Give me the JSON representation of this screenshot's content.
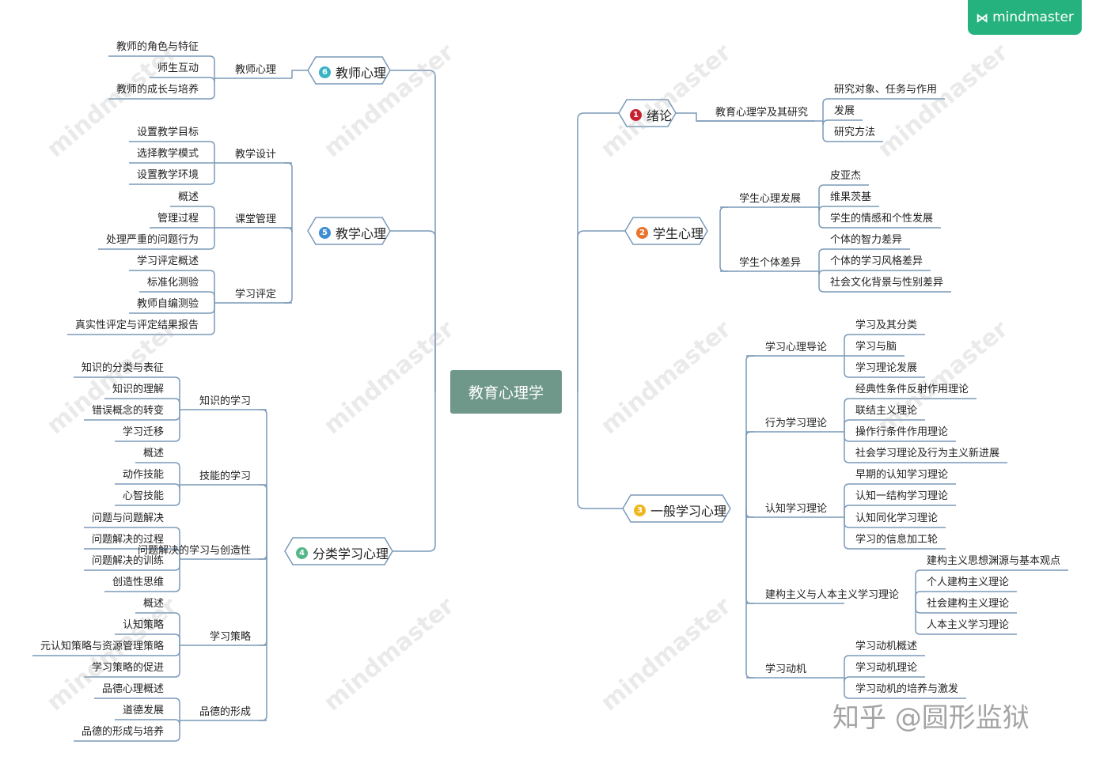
{
  "brand": {
    "logo_text": "mindmaster",
    "watermark_text": "mindmaster",
    "author_watermark": "知乎 @圆形监狱"
  },
  "colors": {
    "line": "#7a9ab8",
    "root_bg": "#6f988a",
    "logo_bg": "#26b27f",
    "badge1": "#c8202f",
    "badge2": "#e9742b",
    "badge3": "#efb71f",
    "badge4": "#55b68a",
    "badge5": "#3d8ed1",
    "badge6": "#37b3c5"
  },
  "root": "教育心理学",
  "branches": [
    {
      "num": "1",
      "title": "绪论",
      "children": [
        {
          "label": "教育心理学及其研究",
          "children": [
            "研究对象、任务与作用",
            "发展",
            "研究方法"
          ]
        }
      ]
    },
    {
      "num": "2",
      "title": "学生心理",
      "children": [
        {
          "label": "学生心理发展",
          "children": [
            "皮亚杰",
            "维果茨基",
            "学生的情感和个性发展"
          ]
        },
        {
          "label": "学生个体差异",
          "children": [
            "个体的智力差异",
            "个体的学习风格差异",
            "社会文化背景与性别差异"
          ]
        }
      ]
    },
    {
      "num": "3",
      "title": "一般学习心理",
      "children": [
        {
          "label": "学习心理导论",
          "children": [
            "学习及其分类",
            "学习与脑",
            "学习理论发展"
          ]
        },
        {
          "label": "行为学习理论",
          "children": [
            "经典性条件反射作用理论",
            "联结主义理论",
            "操作行条件作用理论",
            "社会学习理论及行为主义新进展"
          ]
        },
        {
          "label": "认知学习理论",
          "children": [
            "早期的认知学习理论",
            "认知一结构学习理论",
            "认知同化学习理论",
            "学习的信息加工轮"
          ]
        },
        {
          "label": "建构主义与人本主义学习理论",
          "children": [
            "建构主义思想渊源与基本观点",
            "个人建构主义理论",
            "社会建构主义理论",
            "人本主义学习理论"
          ]
        },
        {
          "label": "学习动机",
          "children": [
            "学习动机概述",
            "学习动机理论",
            "学习动机的培养与激发"
          ]
        }
      ]
    },
    {
      "num": "4",
      "title": "分类学习心理",
      "children": [
        {
          "label": "知识的学习",
          "children": [
            "知识的分类与表征",
            "知识的理解",
            "错误概念的转变",
            "学习迁移"
          ]
        },
        {
          "label": "技能的学习",
          "children": [
            "概述",
            "动作技能",
            "心智技能"
          ]
        },
        {
          "label": "问题解决的学习与创造性",
          "children": [
            "问题与问题解决",
            "问题解决的过程",
            "问题解决的训练",
            "创造性思维"
          ]
        },
        {
          "label": "学习策略",
          "children": [
            "概述",
            "认知策略",
            "元认知策略与资源管理策略",
            "学习策略的促进"
          ]
        },
        {
          "label": "品德的形成",
          "children": [
            "品德心理概述",
            "道德发展",
            "品德的形成与培养"
          ]
        }
      ]
    },
    {
      "num": "5",
      "title": "教学心理",
      "children": [
        {
          "label": "教学设计",
          "children": [
            "设置教学目标",
            "选择教学模式",
            "设置教学环境"
          ]
        },
        {
          "label": "课堂管理",
          "children": [
            "概述",
            "管理过程",
            "处理严重的问题行为"
          ]
        },
        {
          "label": "学习评定",
          "children": [
            "学习评定概述",
            "标准化测验",
            "教师自编测验",
            "真实性评定与评定结果报告"
          ]
        }
      ]
    },
    {
      "num": "6",
      "title": "教师心理",
      "children": [
        {
          "label": "教师心理",
          "children": [
            "教师的角色与特征",
            "师生互动",
            "教师的成长与培养"
          ]
        }
      ]
    }
  ]
}
